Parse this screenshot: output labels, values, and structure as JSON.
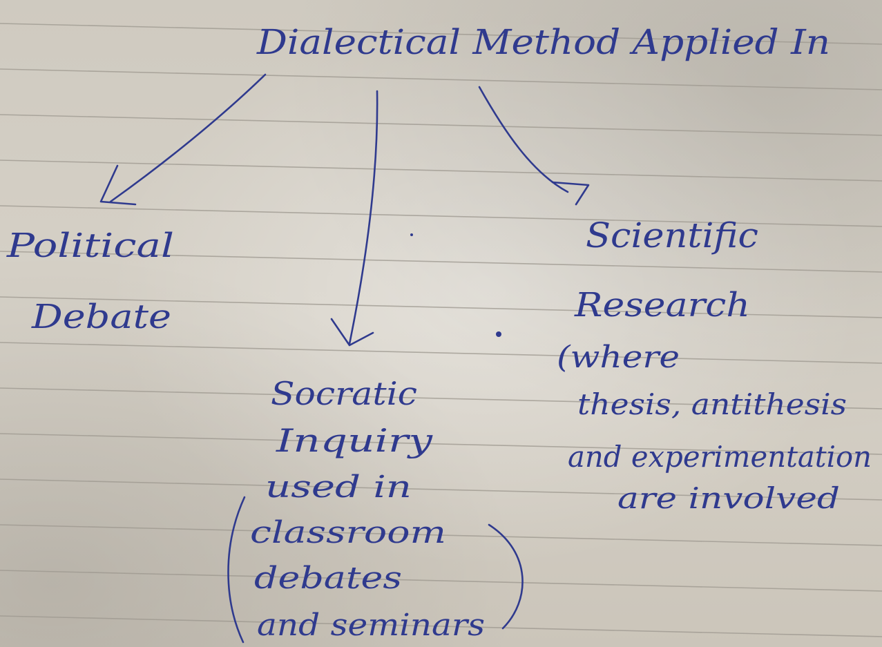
{
  "title": "Dialectical Method Applied In",
  "branches": {
    "political": [
      "Political",
      "Debate"
    ],
    "socratic": [
      "Socratic",
      "Inquiry",
      "used in",
      "classroom",
      "debates",
      "and seminars"
    ],
    "scientific": [
      "Scientific",
      "Research",
      "(where",
      "thesis, antithesis",
      "and experimentation",
      "are involved"
    ]
  },
  "colors": {
    "ink": "#2f3a8e",
    "paper": "#d3cec4",
    "rule": "#9c978e"
  }
}
